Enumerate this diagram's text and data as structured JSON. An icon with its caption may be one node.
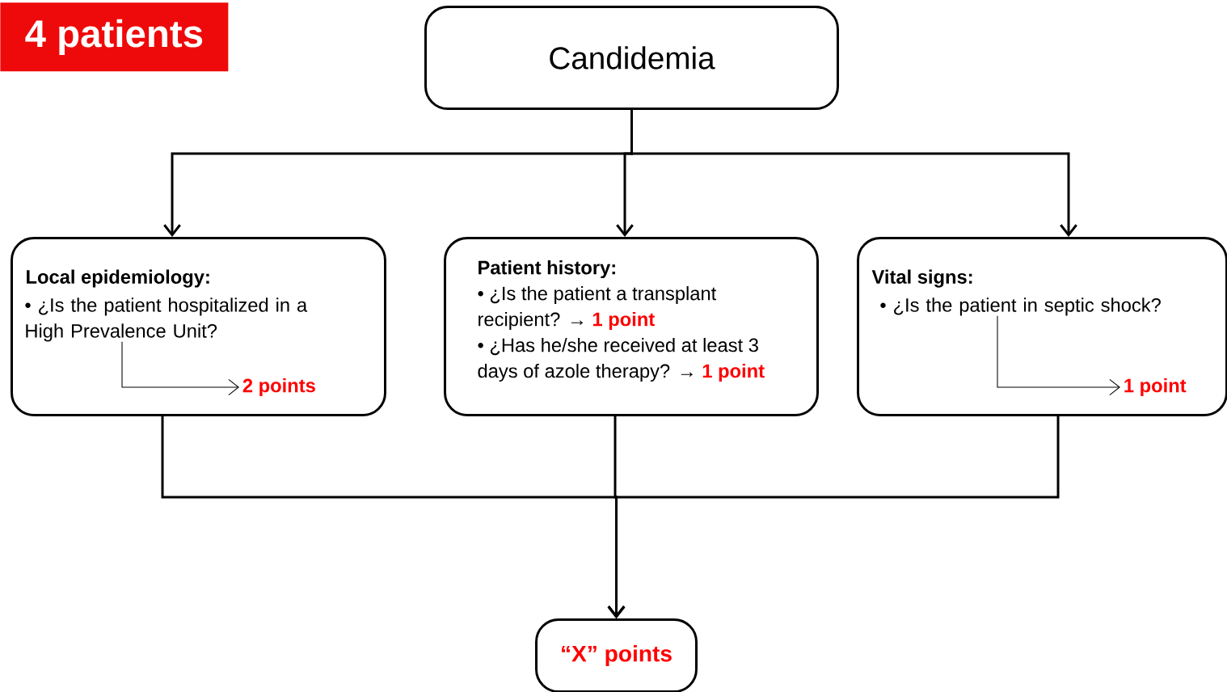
{
  "diagram": {
    "nodes": [
      {
        "text": [
          "4 patients"
        ]
      },
      {
        "text": [
          "Candidemia"
        ]
      },
      {
        "text": [
          "Local epidemiology:"
        ]
      },
      {
        "text": [
          "• ¿Is the patient hospitalized in a High Prevalence Unit?"
        ],
        "in": 2
      },
      {
        "text": [
          "2 points"
        ],
        "in": 2
      },
      {
        "text": [
          "Patient history:",
          "• ¿Is the patient a transplant recipient? →",
          "1 point",
          "• ¿Has he/she received at least 3 days of azole therapy? →",
          "1 point"
        ]
      },
      {
        "text": [
          "Vital signs:"
        ]
      },
      {
        "text": [
          "• ¿Is the patient in septic shock?"
        ],
        "in": 6
      },
      {
        "text": [
          "1 point"
        ],
        "in": 6
      },
      {
        "text": [
          "“X” points"
        ]
      }
    ],
    "edges": [
      {
        "from": 1,
        "to": 2,
        "arrow": "to"
      },
      {
        "from": 1,
        "to": 5,
        "arrow": "to"
      },
      {
        "from": 1,
        "to": 6,
        "arrow": "to"
      },
      {
        "from": 3,
        "to": 4,
        "arrow": "to"
      },
      {
        "from": 7,
        "to": 8,
        "arrow": "to"
      },
      {
        "from": 2,
        "to": 9,
        "arrow": "to"
      },
      {
        "from": 5,
        "to": 9,
        "arrow": "to"
      },
      {
        "from": 6,
        "to": 9,
        "arrow": "to"
      }
    ]
  }
}
